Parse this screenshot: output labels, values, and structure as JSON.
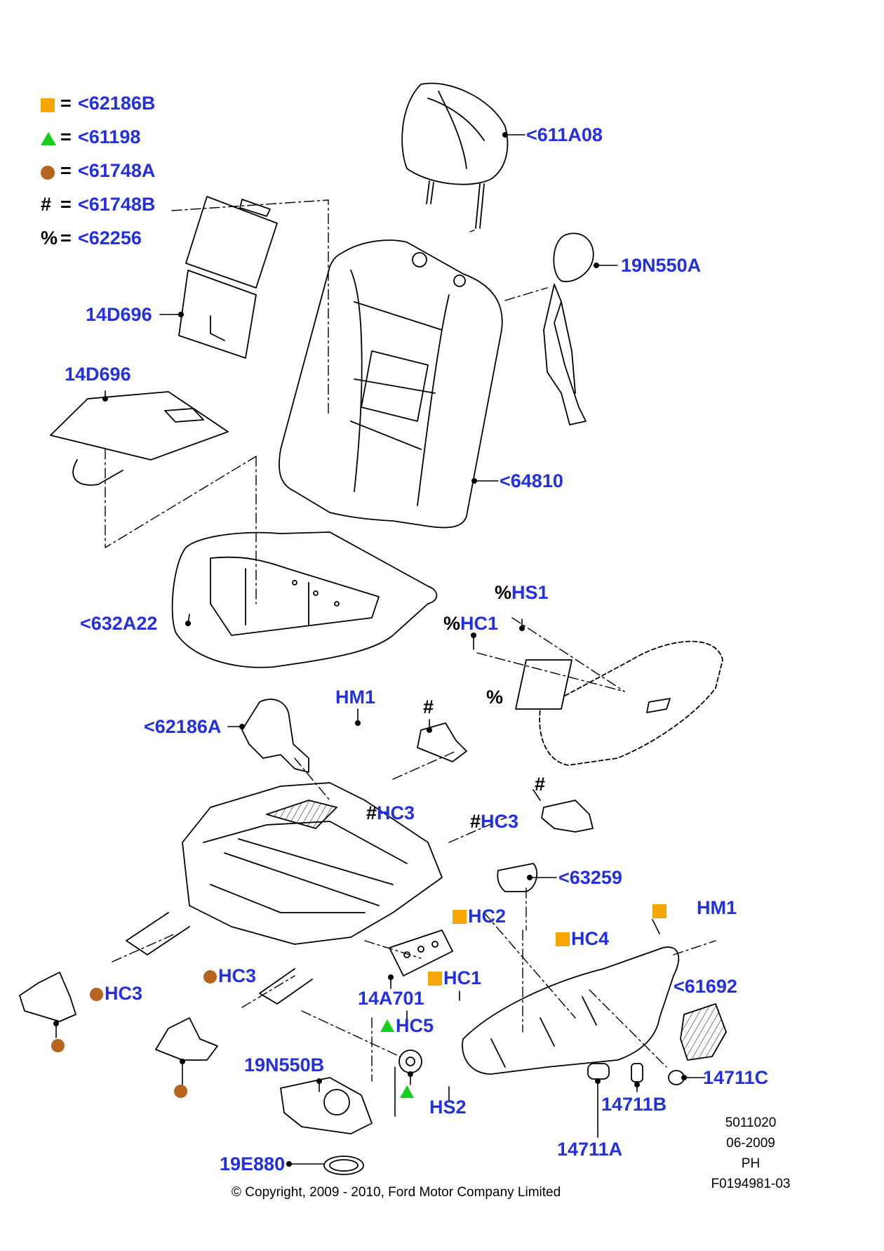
{
  "legend": [
    {
      "symbol": "orange-square",
      "code": "<62186B",
      "eq": "="
    },
    {
      "symbol": "green-triangle",
      "code": "<61198",
      "eq": "="
    },
    {
      "symbol": "brown-circle",
      "code": "<61748A",
      "eq": "="
    },
    {
      "symbol": "#",
      "code": "<61748B",
      "eq": "="
    },
    {
      "symbol": "%",
      "code": "<62256",
      "eq": "="
    }
  ],
  "callouts": {
    "headrest": "<611A08",
    "headrest_guide": "19N550A",
    "pad_top": "14D696",
    "pad_bottom": "14D696",
    "backrest": "<64810",
    "cushion": "<632A22",
    "hs1_prefix": "%",
    "hs1": "HS1",
    "hc1_top_prefix": "%",
    "hc1_top": "HC1",
    "pct_marker": "%",
    "hm1_left": "HM1",
    "shield_left": "<62186A",
    "hash_marker_1": "#",
    "hc3_hash_1_prefix": "#",
    "hc3_hash_1": "HC3",
    "hash_marker_2": "#",
    "hc3_hash_2_prefix": "#",
    "hc3_hash_2": "HC3",
    "knob_cover": "<63259",
    "hc2": "HC2",
    "hc4": "HC4",
    "hm1_right": "HM1",
    "shield_right": "<61692",
    "hc3_left": "HC3",
    "hc3_mid": "HC3",
    "switch": "14A701",
    "hc1_bottom": "HC1",
    "hc5": "HC5",
    "motor": "19N550B",
    "hs2": "HS2",
    "knob_c": "14711C",
    "knob_b": "14711B",
    "knob_a": "14711A",
    "ring": "19E880"
  },
  "colors": {
    "label_blue": "#2330e0",
    "orange": "#f7a600",
    "green": "#11d11a",
    "brown": "#b5651d",
    "line": "#000000"
  },
  "reference": [
    "5011020",
    "06-2009",
    "PH",
    "F0194981-03"
  ],
  "copyright": "© Copyright, 2009 - 2010, Ford Motor Company Limited"
}
